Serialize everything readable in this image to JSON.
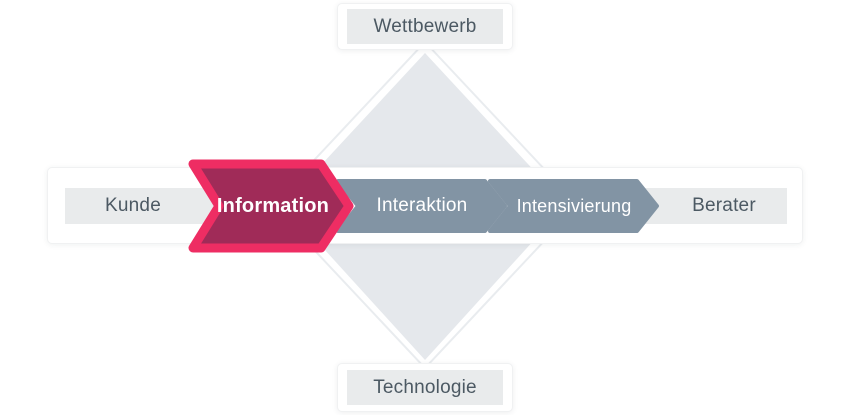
{
  "diagram": {
    "environment_nodes": {
      "top": "Wettbewerb",
      "bottom": "Technologie",
      "left": "Kunde",
      "right": "Berater"
    },
    "stages": [
      {
        "label": "Information",
        "state": "active"
      },
      {
        "label": "Interaktion",
        "state": "default"
      },
      {
        "label": "Intensivierung",
        "state": "default"
      }
    ],
    "colors": {
      "stage_active_fill": "#a02b58",
      "stage_active_border": "#ee2d63",
      "stage_default_fill": "#8294a4",
      "stage_text": "#ffffff",
      "node_box_fill": "#e9ebec",
      "node_text": "#4c5963",
      "diamond_fill": "#e5e8ec",
      "diamond_outline": "#e9ecef",
      "card_background": "#ffffff"
    }
  }
}
